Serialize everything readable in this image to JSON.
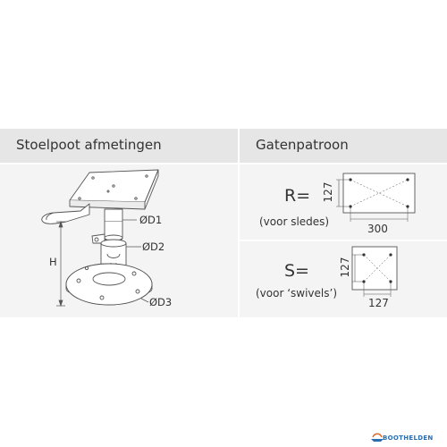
{
  "headers": {
    "left": "Stoelpoot afmetingen",
    "right": "Gatenpatroon"
  },
  "chair_labels": {
    "d1": "ØD1",
    "d2": "ØD2",
    "d3": "ØD3",
    "h": "H"
  },
  "pattern_r": {
    "label": "R=",
    "note": "(voor sledes)",
    "dim_vertical": "127",
    "dim_horizontal": "300"
  },
  "pattern_s": {
    "label": "S=",
    "note": "(voor ‘swivels’)",
    "dim_vertical": "127",
    "dim_horizontal": "127"
  },
  "watermark": "BOOTHELDEN",
  "colors": {
    "header_bg": "#e6e6e6",
    "body_bg": "#f4f4f4",
    "text": "#333333",
    "watermark": "#2a6db0"
  }
}
